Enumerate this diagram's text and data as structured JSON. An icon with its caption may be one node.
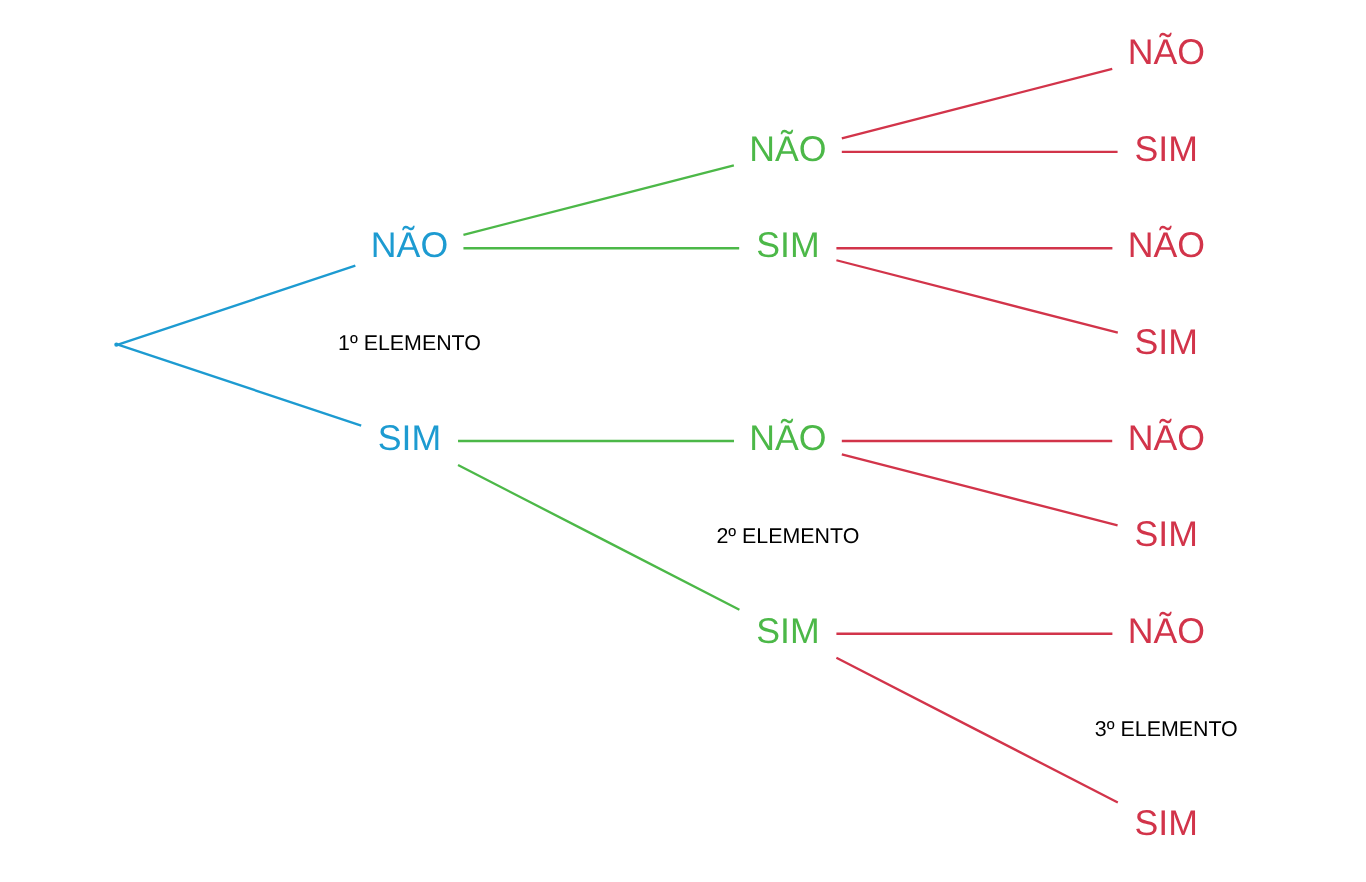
{
  "diagram": {
    "nodes": [
      {
        "text": [],
        "shape": "point"
      },
      {
        "text": [
          "SIM"
        ]
      },
      {
        "text": [
          "NÃO"
        ]
      },
      {
        "text": [
          "SIM"
        ]
      },
      {
        "text": [
          "NÃO"
        ]
      },
      {
        "text": [
          "SIM"
        ]
      },
      {
        "text": [
          "NÃO"
        ]
      },
      {
        "text": [
          "SIM"
        ]
      },
      {
        "text": [
          "NÃO"
        ]
      },
      {
        "text": [
          "SIM"
        ]
      },
      {
        "text": [
          "NÃO"
        ]
      },
      {
        "text": [
          "SIM"
        ]
      },
      {
        "text": [
          "NÃO"
        ]
      },
      {
        "text": [
          "SIM"
        ]
      },
      {
        "text": [
          "NÃO"
        ]
      }
    ],
    "edges": [
      {
        "from": 0,
        "to": 1,
        "arrow": "none",
        "color": "#1d9bd1"
      },
      {
        "from": 0,
        "to": 2,
        "arrow": "none",
        "color": "#1d9bd1"
      },
      {
        "from": 1,
        "to": 3,
        "arrow": "none",
        "color": "#4cb848"
      },
      {
        "from": 1,
        "to": 4,
        "arrow": "none",
        "color": "#4cb848"
      },
      {
        "from": 2,
        "to": 5,
        "arrow": "none",
        "color": "#4cb848"
      },
      {
        "from": 2,
        "to": 6,
        "arrow": "none",
        "color": "#4cb848"
      },
      {
        "from": 3,
        "to": 7,
        "arrow": "none"
      },
      {
        "from": 3,
        "to": 8,
        "arrow": "none"
      },
      {
        "from": 4,
        "to": 9,
        "arrow": "none"
      },
      {
        "from": 4,
        "to": 10,
        "arrow": "none"
      },
      {
        "from": 5,
        "to": 11,
        "arrow": "none"
      },
      {
        "from": 5,
        "to": 12,
        "arrow": "none"
      },
      {
        "from": 6,
        "to": 13,
        "arrow": "none"
      },
      {
        "from": 6,
        "to": 14,
        "arrow": "none"
      }
    ],
    "labels": [
      "1º ELEMENTO",
      "2º ELEMENTO",
      "3º ELEMENTO"
    ]
  }
}
